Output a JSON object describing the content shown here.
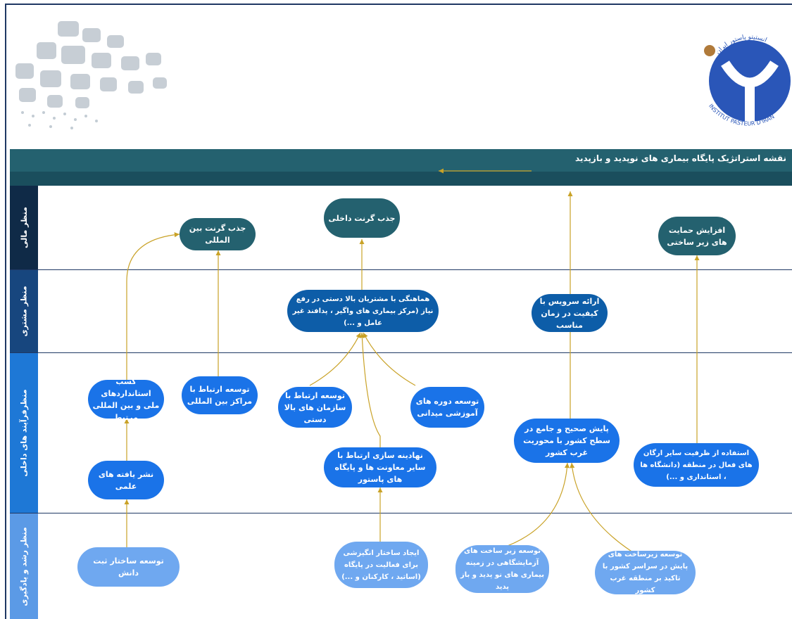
{
  "title": "نقشه استراتژیک پایگاه بیماری های نوپدید و بازپدید",
  "logo": {
    "top_text": "انستیتو پاستور ایران",
    "bottom_text": "INSTITUT PASTEUR D'IRAN"
  },
  "colors": {
    "financial": "#24616f",
    "customer": "#0d5da8",
    "internal": "#1a73e8",
    "growth": "#6fa8f0",
    "arrow": "#c9a227"
  },
  "lanes": [
    {
      "label": "منظر مالی",
      "color": "#0f2a47"
    },
    {
      "label": "منظر مشتری",
      "color": "#17467e"
    },
    {
      "label": "منظرفرآیند های داخلی",
      "color": "#1e78d6"
    },
    {
      "label": "منظر رشد و یادگیری",
      "color": "#5b9ae6"
    }
  ],
  "nodes": {
    "grant_international": "جذب گرنت بین المللی",
    "grant_domestic": "جذب گرنت داخلی",
    "infra_support": "افزایش حمایت های زیر ساختی",
    "coordination": "هماهنگی با مشتریان بالا دستی در رفع نیاز (مرکز بیماری های واگیر ، پدافند غیر عامل و ...)",
    "quality_service": "ارائه سرویس با کیفیت در زمان مناسب",
    "standards": "کسب استانداردهای ملی و بین المللی مرتبط",
    "intl_relations": "توسعه ارتباط با مراکز بین المللی",
    "upstream_relations": "توسعه ارتباط با سازمان های بالا دستی",
    "field_training": "توسعه دوره های آموزشی میدانی",
    "publish": "نشر یافته های علمی",
    "institutionalize": "نهادینه سازی ارتباط با سایر معاونت ها و پایگاه های پاستور",
    "surveillance": "پایش صحیح و جامع در سطح کشور با محوریت غرب کشور",
    "regional_capacity": "استفاده از ظرفیت سایر ارگان های فعال در منطقه (دانشگاه ها ، استانداری و ...)",
    "knowledge_registry": "توسعه ساختار ثبت دانش",
    "incentive": "ایجاد ساختار انگیزشی برای فعالیت در پایگاه (اساتید ، کارکنان و ...)",
    "lab_infra": "توسعه زیر ساخت های آزمایشگاهی در زمینه بیماری های نو پدید و باز پدید",
    "surveillance_infra": "توسعه زیرساخت های پایش در سراسر کشور با تاکید بر منطقه غرب کشور"
  }
}
